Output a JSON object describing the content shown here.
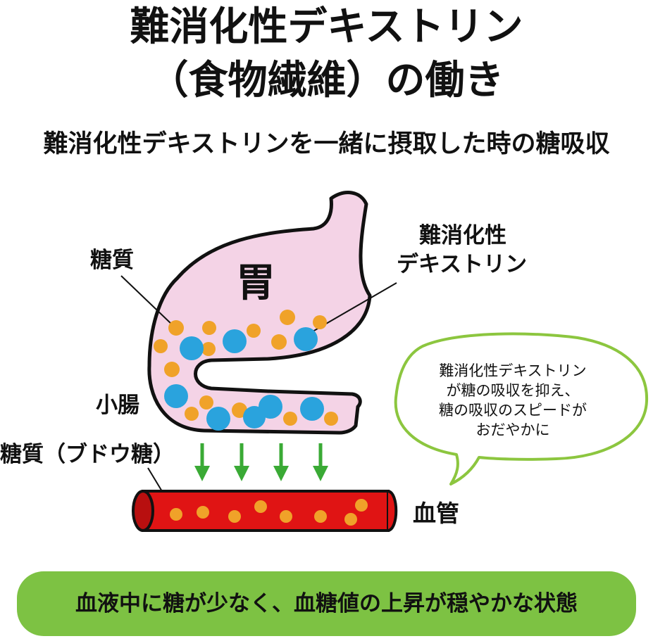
{
  "title": {
    "line1": "難消化性デキストリン",
    "line2": "（食物繊維）の働き"
  },
  "subtitle": "難消化性デキストリンを一緒に摂取した時の糖吸収",
  "labels": {
    "sugar": "糖質",
    "dextrin_line1": "難消化性",
    "dextrin_line2": "デキストリン",
    "stomach": "胃",
    "small_intestine": "小腸",
    "glucose": "糖質（ブドウ糖）",
    "blood_vessel": "血管"
  },
  "bubble": {
    "lines": [
      "難消化性デキストリン",
      "が糖の吸収を抑え、",
      "糖の吸収のスピードが",
      "おだやかに"
    ]
  },
  "banner": {
    "text": "血液中に糖が少なく、血糖値の上昇が穏やかな状態"
  },
  "colors": {
    "stomach_fill": "#f4d3e6",
    "sugar_particle": "#f0a229",
    "dextrin_particle": "#2aa3dd",
    "vessel_red": "#e01414",
    "arrow_green": "#3aaa35",
    "bubble_green": "#8cc63f",
    "banner_green": "#7dc243"
  }
}
